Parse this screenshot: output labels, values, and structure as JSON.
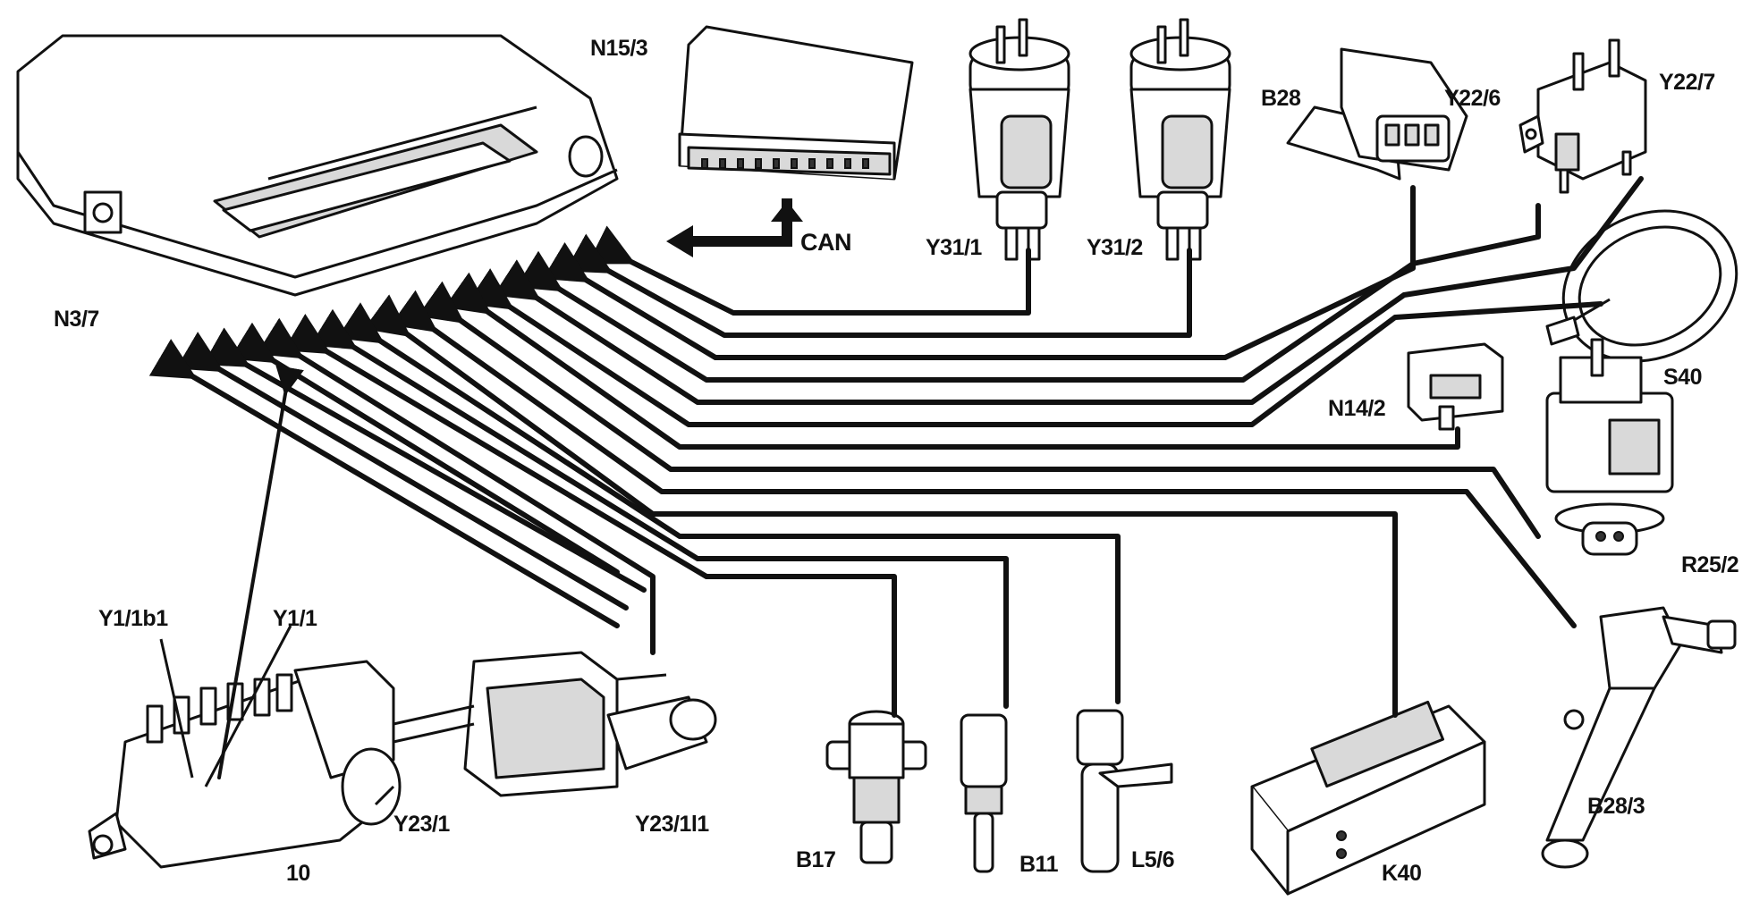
{
  "labels": {
    "n3_7": "N3/7",
    "n15_3": "N15/3",
    "can": "CAN",
    "y31_1": "Y31/1",
    "y31_2": "Y31/2",
    "b28": "B28",
    "y22_6": "Y22/6",
    "y22_7": "Y22/7",
    "s40": "S40",
    "n14_2": "N14/2",
    "r25_2": "R25/2",
    "y1_1b1": "Y1/1b1",
    "y1_1": "Y1/1",
    "y23_1": "Y23/1",
    "pump_10": "10",
    "y23_1l1": "Y23/1l1",
    "b17": "B17",
    "b11": "B11",
    "l5_6": "L5/6",
    "k40": "K40",
    "b28_3": "B28/3"
  },
  "colors": {
    "ink": "#111111",
    "background": "#ffffff",
    "shade": "#d9d9d9"
  }
}
